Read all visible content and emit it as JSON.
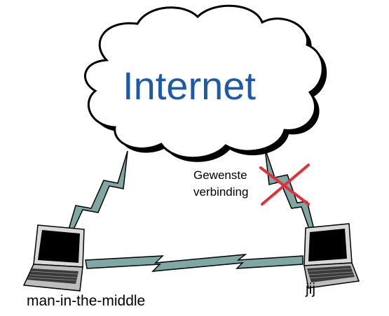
{
  "cloud": {
    "label": "Internet"
  },
  "annotation": {
    "line1": "Gewenste",
    "line2": "verbinding"
  },
  "devices": {
    "attacker": {
      "label": "man-in-the-middle"
    },
    "user": {
      "label": "jij"
    }
  },
  "colors": {
    "cloud_label": "#1f5aa6",
    "lightning_fill": "#7fa7a4",
    "cross": "#e0303a",
    "outline": "#000000"
  }
}
